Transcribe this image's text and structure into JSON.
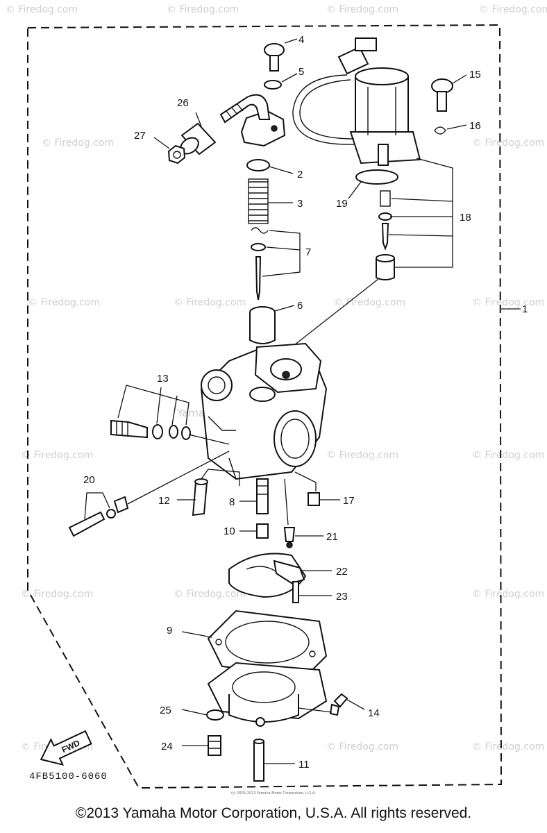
{
  "watermark": {
    "text": "© Firedog.com",
    "center_text": "Yamaha Motor Corp. U.S.A."
  },
  "diagram_code": "4FB5100-6060",
  "fwd_label": "FWD",
  "callouts": {
    "c1": "1",
    "c2": "2",
    "c3": "3",
    "c4": "4",
    "c5": "5",
    "c6": "6",
    "c7": "7",
    "c8": "8",
    "c9": "9",
    "c10": "10",
    "c11": "11",
    "c12": "12",
    "c13": "13",
    "c14": "14",
    "c15": "15",
    "c16": "16",
    "c17": "17",
    "c18": "18",
    "c19": "19",
    "c20": "20",
    "c21": "21",
    "c22": "22",
    "c23": "23",
    "c24": "24",
    "c25": "25",
    "c26": "26",
    "c27": "27"
  },
  "fine_print": "(c) 2003-2013 Yamaha Motor Corporation, U.S.A.",
  "copyright": "©2013 Yamaha Motor Corporation, U.S.A. All rights reserved."
}
